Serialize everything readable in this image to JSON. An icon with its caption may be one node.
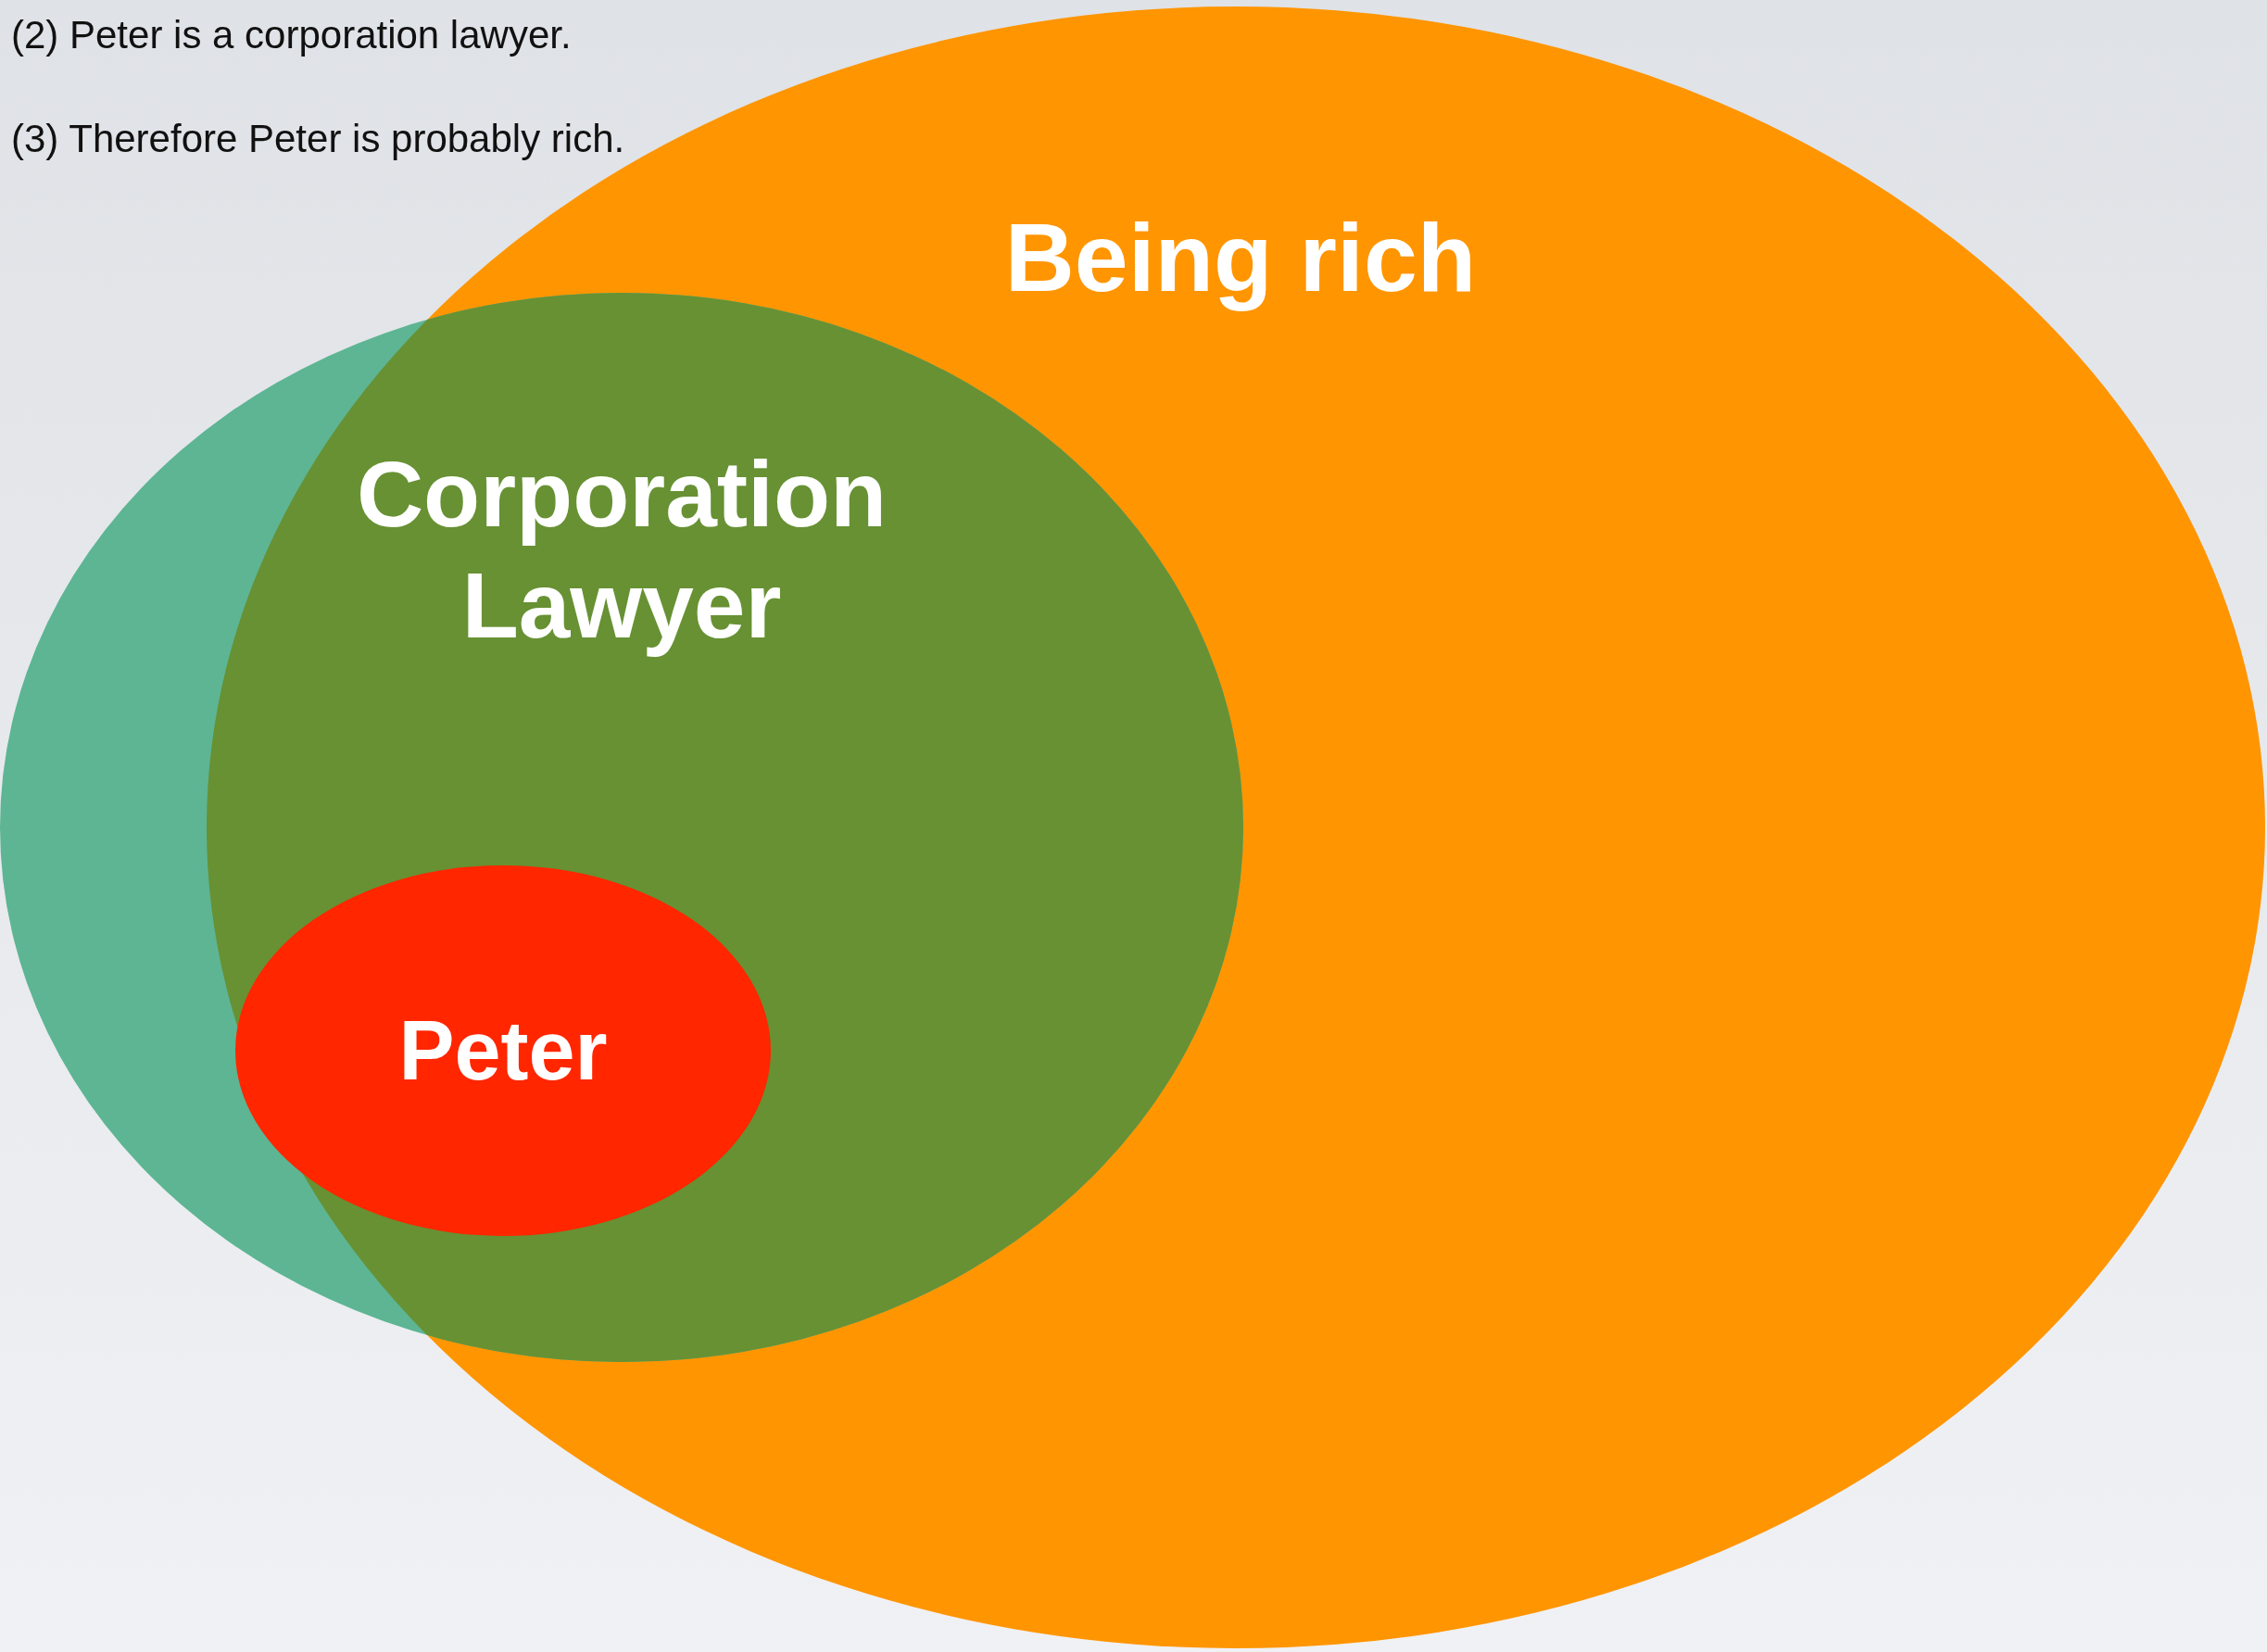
{
  "diagram": {
    "nodes": [
      {
        "text": [
          "Being rich"
        ]
      },
      {
        "text": [
          "Corporation Lawyer"
        ]
      },
      {
        "text": [
          "Peter"
        ],
        "in": 1
      }
    ],
    "labels": [
      "(2) Peter is a corporation lawyer.",
      "(3) Therefore Peter is probably rich."
    ]
  }
}
